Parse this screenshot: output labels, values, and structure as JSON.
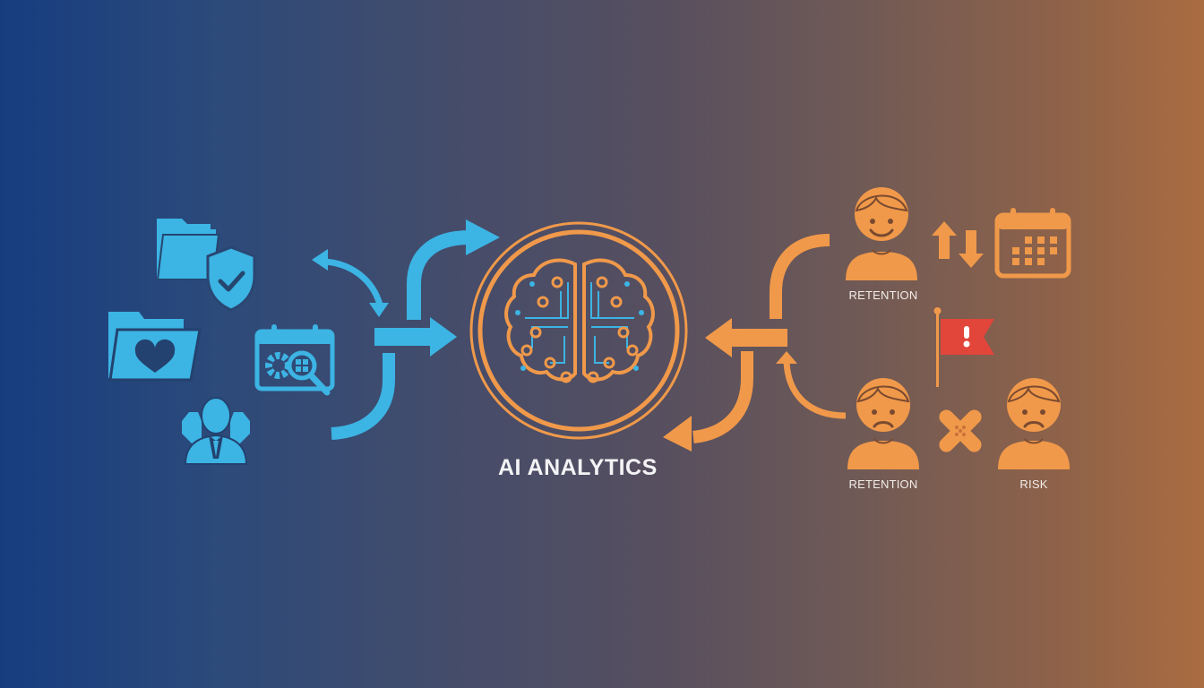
{
  "diagram": {
    "center": {
      "label": "AI ANALYTICS",
      "icon": "brain-circuit-icon"
    },
    "left_group": {
      "color": "#3cb4e4",
      "icons": [
        "folder-shield-check-icon",
        "folder-heart-icon",
        "calendar-gear-search-icon",
        "business-person-gears-icon"
      ]
    },
    "right_group": {
      "color": "#f0994a",
      "items": [
        {
          "icon": "happy-person-icon",
          "label": "RETENTION"
        },
        {
          "icon": "sad-person-icon",
          "label": "RETENTION"
        },
        {
          "icon": "sad-person-icon",
          "label": "RISK"
        }
      ],
      "extra_icons": [
        "up-down-arrows-icon",
        "calendar-icon",
        "warning-flag-icon",
        "bandage-icon"
      ]
    },
    "colors": {
      "blue_accent": "#3cb4e4",
      "orange_accent": "#f0994a",
      "flag_red": "#e2453a",
      "bg_left": "#173d80",
      "bg_mid": "#574f5f",
      "bg_right": "#aa6c41"
    }
  }
}
